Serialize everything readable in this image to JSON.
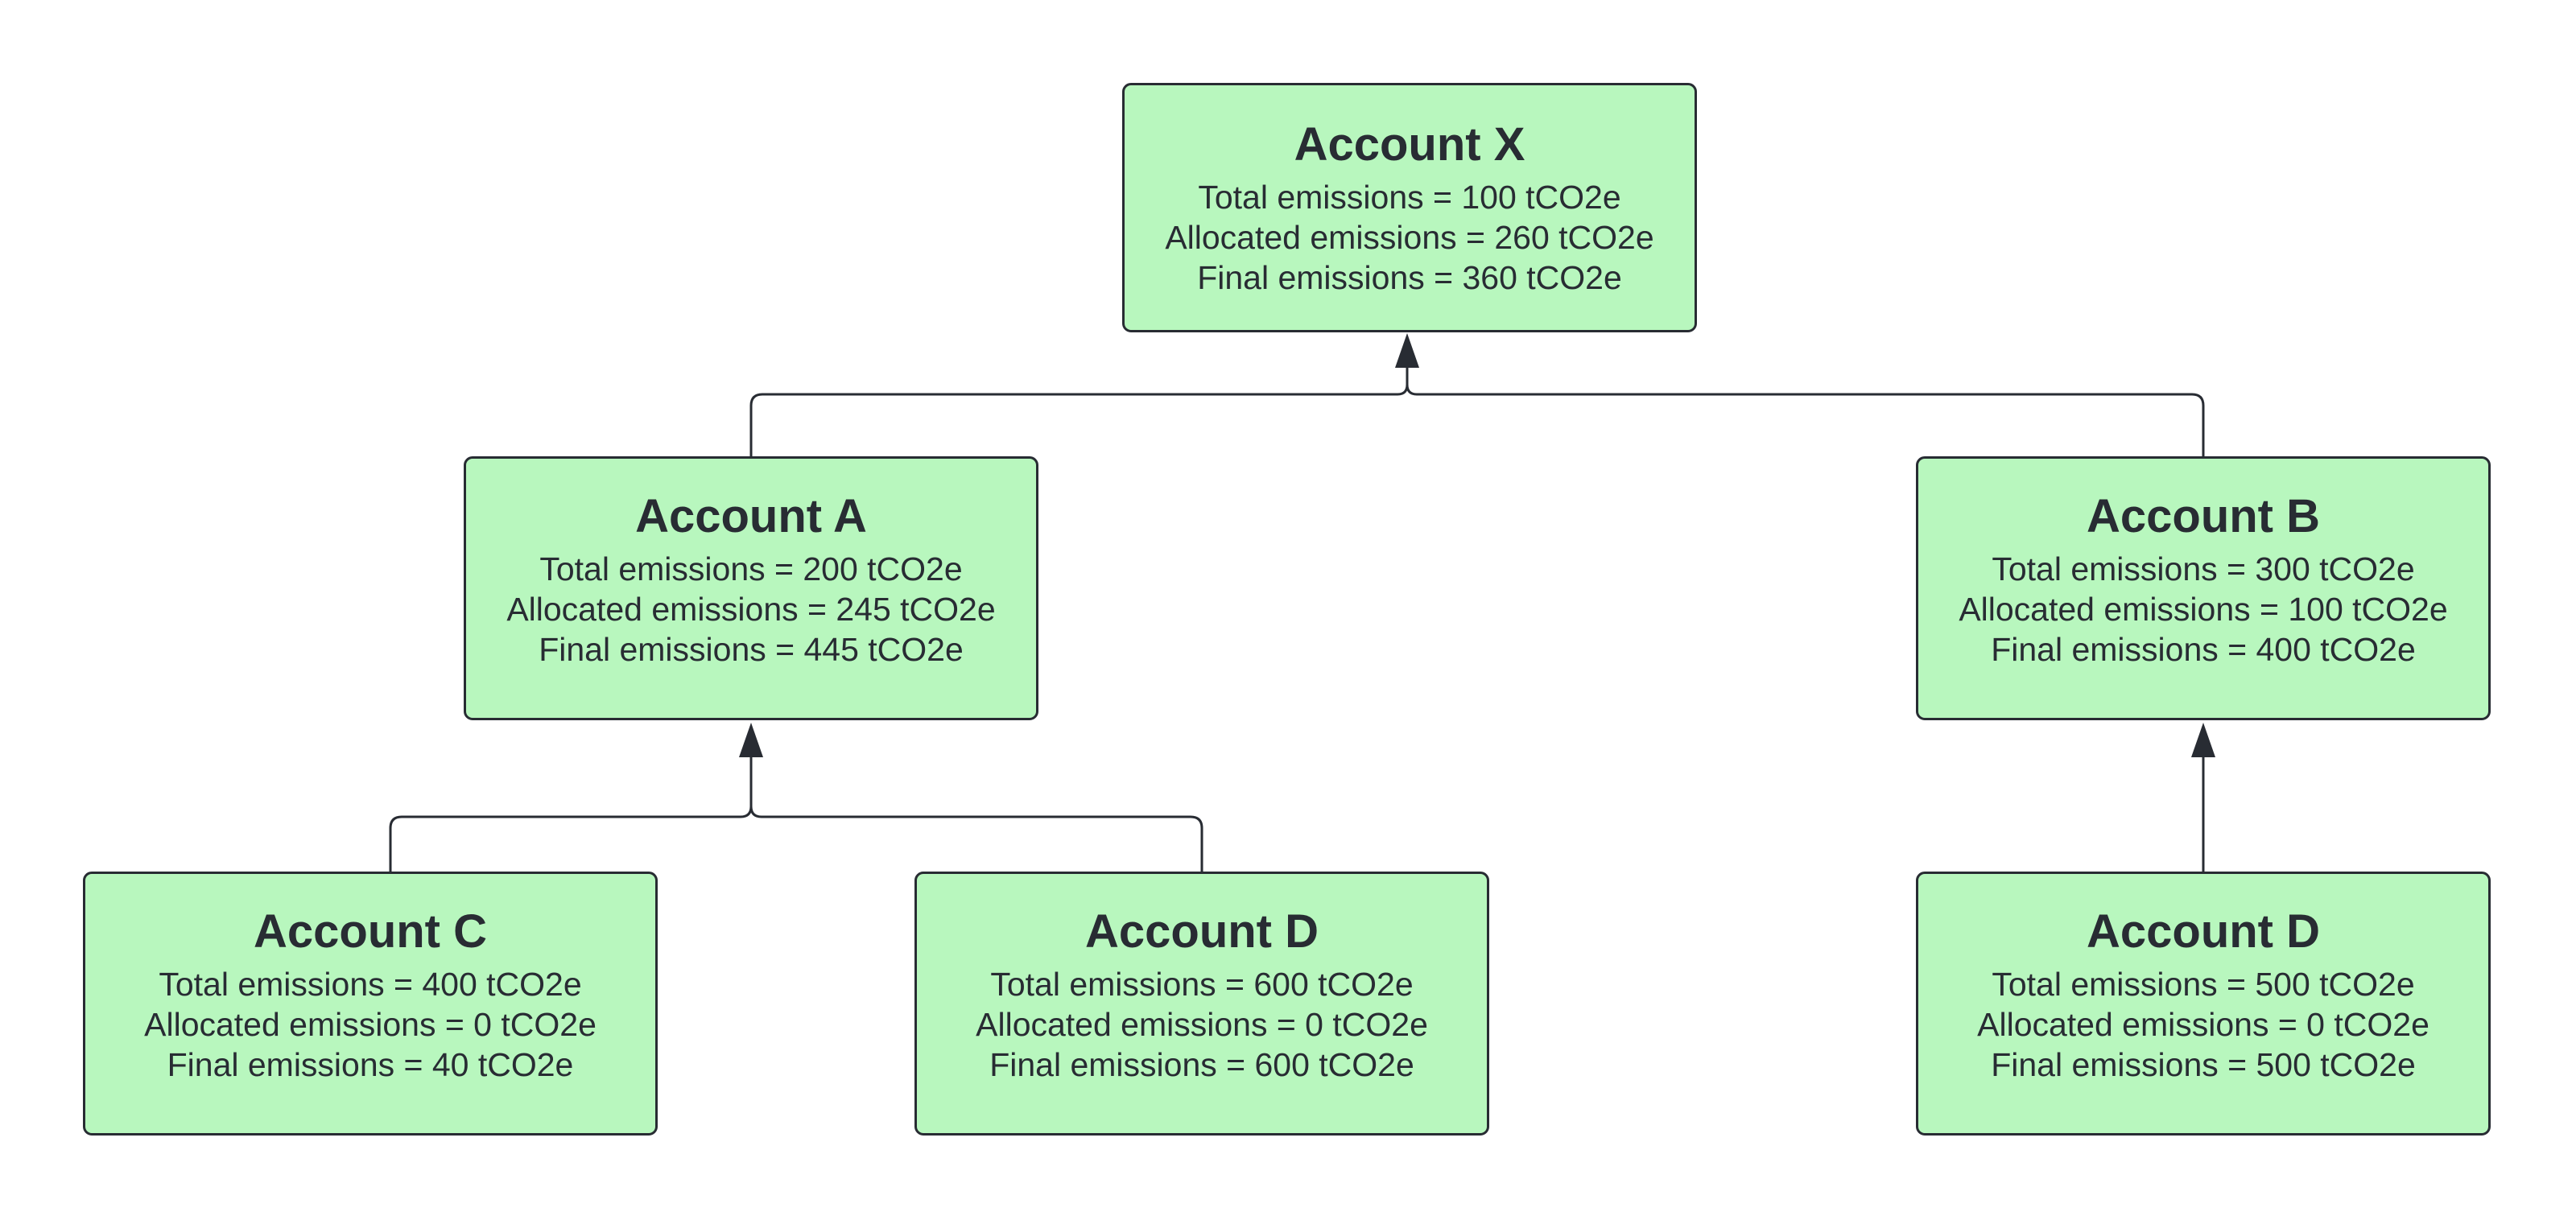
{
  "diagram": {
    "type": "hierarchy",
    "nodes": [
      {
        "id": "x",
        "title": "Account X",
        "total": "Total emissions = 100 tCO2e",
        "allocated": "Allocated emissions = 260 tCO2e",
        "final": "Final emissions = 360 tCO2e",
        "parent": null
      },
      {
        "id": "a",
        "title": "Account A",
        "total": "Total emissions = 200 tCO2e",
        "allocated": "Allocated emissions = 245 tCO2e",
        "final": "Final emissions = 445 tCO2e",
        "parent": "x"
      },
      {
        "id": "b",
        "title": "Account B",
        "total": "Total emissions = 300 tCO2e",
        "allocated": "Allocated emissions = 100 tCO2e",
        "final": "Final emissions = 400 tCO2e",
        "parent": "x"
      },
      {
        "id": "c",
        "title": "Account C",
        "total": "Total emissions = 400 tCO2e",
        "allocated": "Allocated emissions = 0 tCO2e",
        "final": "Final emissions = 40 tCO2e",
        "parent": "a"
      },
      {
        "id": "d1",
        "title": "Account D",
        "total": "Total emissions = 600 tCO2e",
        "allocated": "Allocated emissions = 0 tCO2e",
        "final": "Final emissions = 600 tCO2e",
        "parent": "a"
      },
      {
        "id": "d2",
        "title": "Account D",
        "total": "Total emissions = 500 tCO2e",
        "allocated": "Allocated emissions = 0 tCO2e",
        "final": "Final emissions = 500 tCO2e",
        "parent": "b"
      }
    ],
    "colors": {
      "node_fill": "#b8f7be",
      "node_border": "#282c33",
      "text": "#282c33",
      "connector": "#282c33"
    }
  }
}
